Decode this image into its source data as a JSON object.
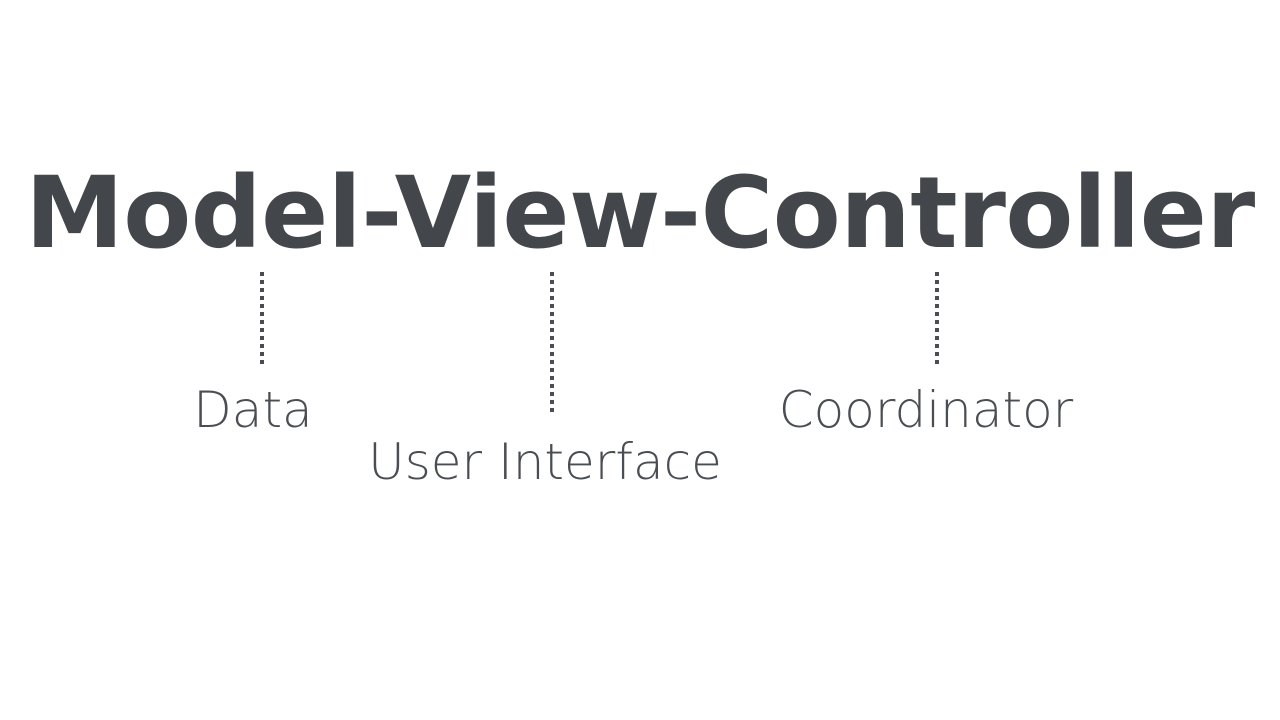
{
  "slide": {
    "background_color": "#ffffff",
    "title": {
      "text": "Model-View-Controller",
      "color": "#43464b"
    },
    "legend_color": "#4a4d52",
    "connector_color": "#4a4d52",
    "components": [
      {
        "id": "model",
        "term": "Model",
        "label": "Data",
        "connector": "dotted-vertical-line"
      },
      {
        "id": "view",
        "term": "View",
        "label": "User Interface",
        "connector": "dotted-vertical-line"
      },
      {
        "id": "controller",
        "term": "Controller",
        "label": "Coordinator",
        "connector": "dotted-vertical-line"
      }
    ]
  }
}
